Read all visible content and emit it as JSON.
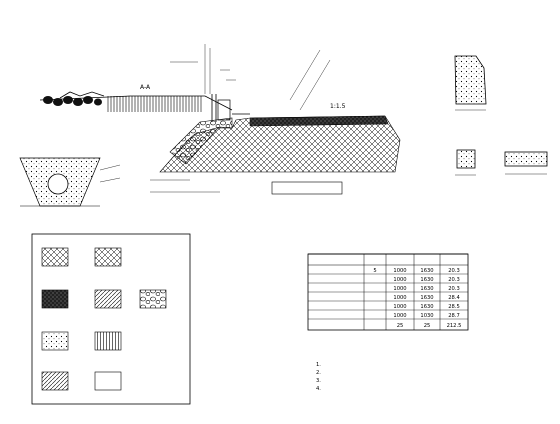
{
  "section_mark": "A-A",
  "slope_ratio": "1:1.5",
  "table": {
    "rows": [
      [
        "",
        "5",
        "1000",
        "1630",
        "20.3"
      ],
      [
        "",
        "",
        "1000",
        "1630",
        "20.3"
      ],
      [
        "",
        "",
        "1000",
        "1630",
        "20.3"
      ],
      [
        "",
        "",
        "1000",
        "1630",
        "28.4"
      ],
      [
        "",
        "",
        "1000",
        "1630",
        "28.5"
      ],
      [
        "",
        "",
        "1000",
        "1030",
        "28.7"
      ],
      [
        "",
        "",
        "25",
        "25",
        "212.5"
      ]
    ]
  },
  "notes": {
    "numbers": [
      "1.",
      "2.",
      "3.",
      "4."
    ]
  },
  "colors": {
    "line": "#000000",
    "text": "#111111",
    "paper": "#ffffff"
  }
}
